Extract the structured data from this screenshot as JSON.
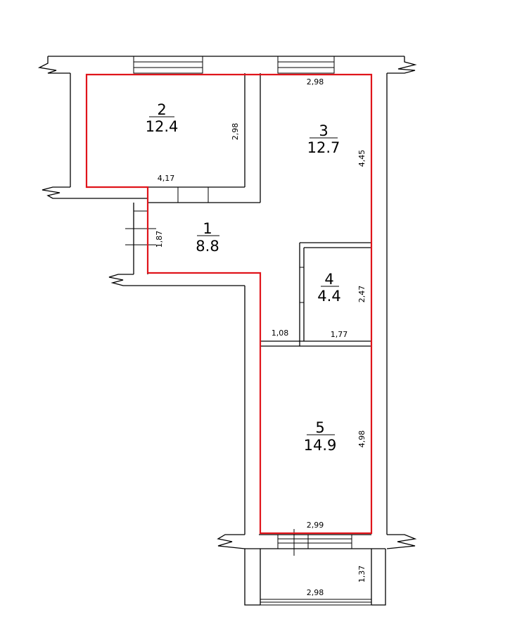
{
  "rooms": [
    {
      "number": "2",
      "area": "12.4"
    },
    {
      "number": "3",
      "area": "12.7"
    },
    {
      "number": "1",
      "area": "8.8"
    },
    {
      "number": "4",
      "area": "4.4"
    },
    {
      "number": "5",
      "area": "14.9"
    }
  ],
  "dimensions": {
    "room2_width": "4,17",
    "room2_height": "2,98",
    "room3_width": "2,98",
    "room3_height": "4,45",
    "room1_height": "1,87",
    "corridor_width": "1,08",
    "room4_width": "1,77",
    "room4_height": "2,47",
    "room5_width": "2,99",
    "room5_height": "4,98",
    "balcony_width": "2,98",
    "balcony_depth": "1,37"
  },
  "colors": {
    "walls": "#000000",
    "boundary": "#e0141b"
  }
}
